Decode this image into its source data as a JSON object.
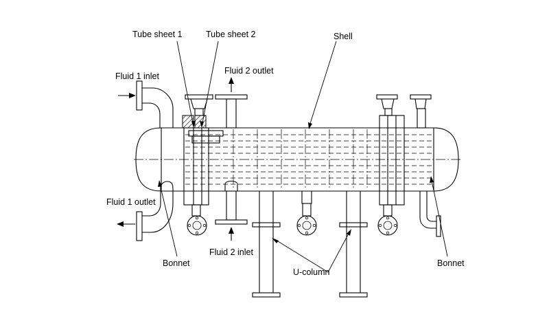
{
  "labels": {
    "tube_sheet_1": "Tube sheet 1",
    "tube_sheet_2": "Tube sheet 2",
    "shell": "Shell",
    "fluid_1_inlet": "Fluid 1 inlet",
    "fluid_2_outlet": "Fluid 2 outlet",
    "fluid_1_outlet": "Fluid 1 outlet",
    "fluid_2_inlet": "Fluid 2 inlet",
    "bonnet_left": "Bonnet",
    "bonnet_right": "Bonnet",
    "u_column": "U-column"
  }
}
